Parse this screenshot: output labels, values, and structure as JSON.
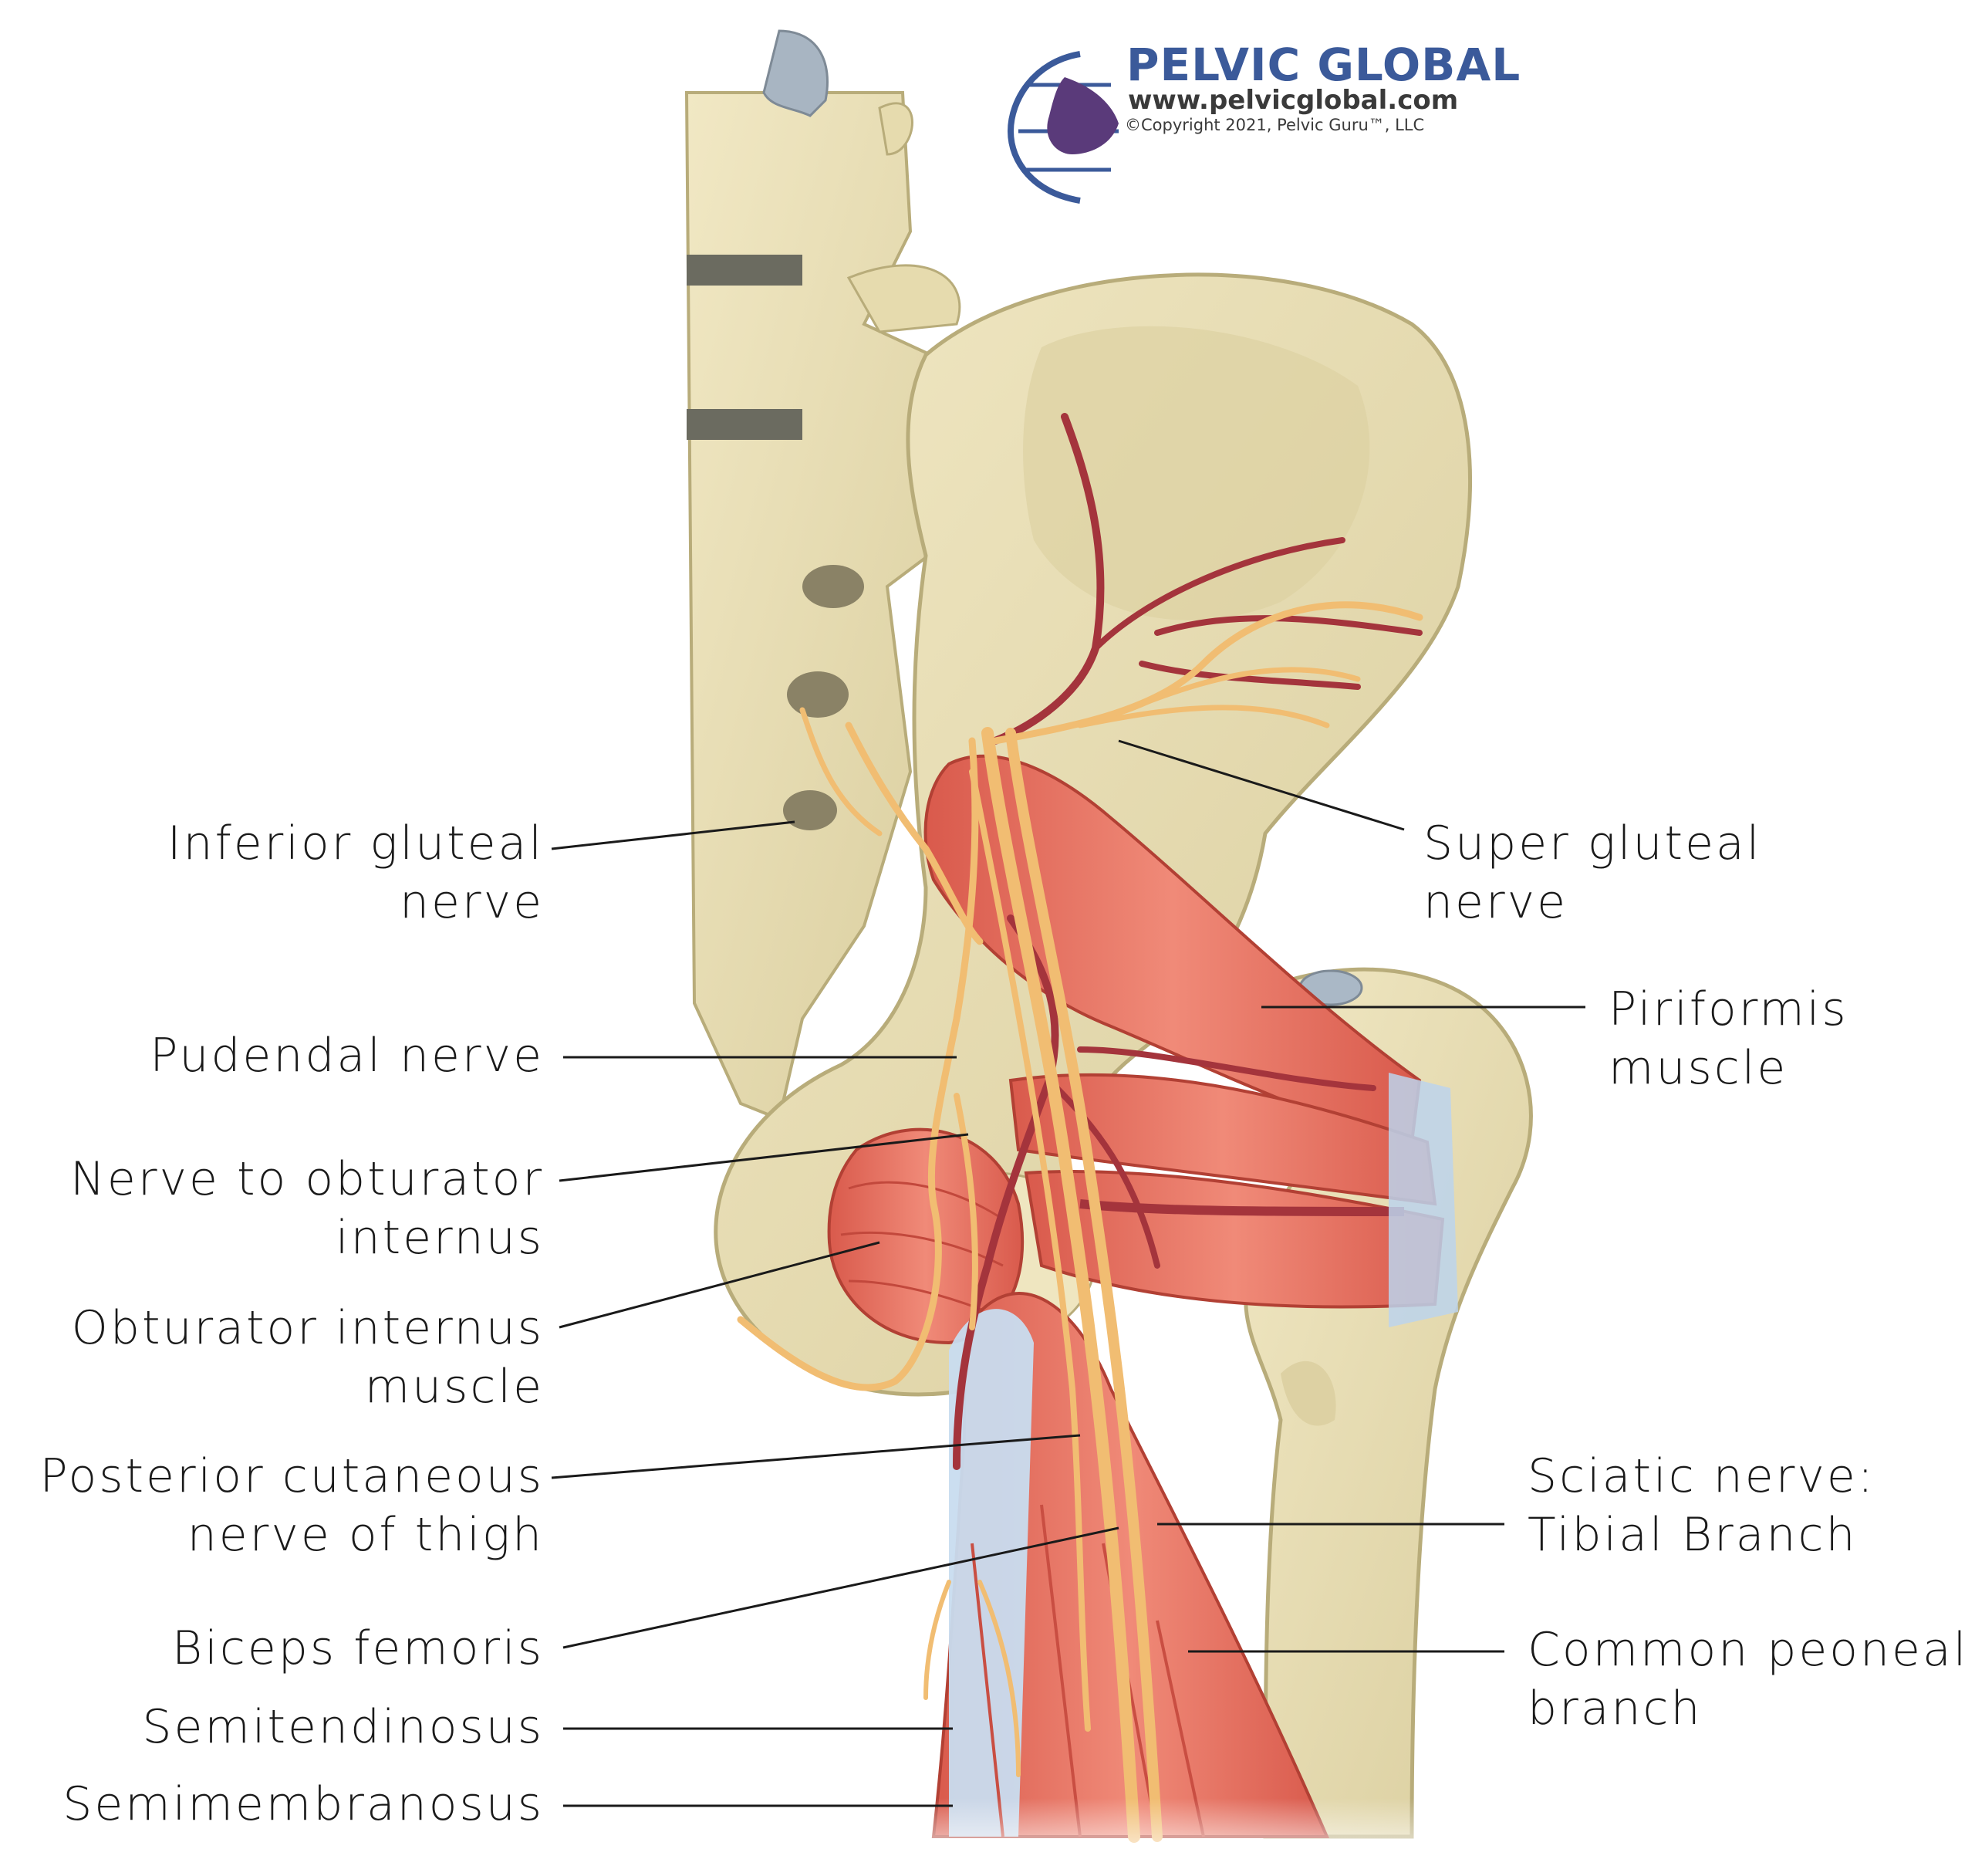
{
  "brand": {
    "title": "PELVIC GLOBAL",
    "url": "www.pelvicglobal.com",
    "copyright": "©Copyright 2021, Pelvic Guru™, LLC",
    "primary_color": "#3b5a9a",
    "logo_icon": "pelvis-globe-logo-icon"
  },
  "colors": {
    "bone": "#e9dfb6",
    "bone_shadow": "#cfc393",
    "muscle": "#e8705f",
    "muscle_dark": "#c94e42",
    "nerve": "#f1bd72",
    "artery": "#a4343c",
    "tendon": "#bcd4ec",
    "leader_line": "#1a1a1a"
  },
  "labels": {
    "inferior_gluteal": [
      "Inferior gluteal",
      "nerve"
    ],
    "superior_gluteal": [
      "Super gluteal",
      "nerve"
    ],
    "piriformis": [
      "Piriformis",
      "muscle"
    ],
    "pudendal": [
      "Pudendal nerve"
    ],
    "nerve_obturator": [
      "Nerve to obturator",
      "internus"
    ],
    "obturator_muscle": [
      "Obturator internus",
      "muscle"
    ],
    "post_cutaneous": [
      "Posterior cutaneous",
      "nerve of thigh"
    ],
    "sciatic_tibial": [
      "Sciatic nerve:",
      "Tibial Branch"
    ],
    "biceps": [
      "Biceps femoris"
    ],
    "common_peroneal": [
      "Common peoneal",
      "branch"
    ],
    "semitendinosus": [
      "Semitendinosus"
    ],
    "semimembranosus": [
      "Semimembranosus"
    ]
  }
}
